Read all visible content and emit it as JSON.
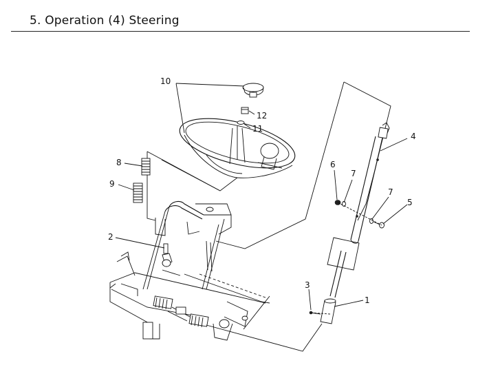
{
  "header": {
    "title": "5.  Operation (4) Steering"
  },
  "callouts": {
    "c1": "1",
    "c2": "2",
    "c3": "3",
    "c4": "4",
    "c5": "5",
    "c6": "6",
    "c7a": "7",
    "c7b": "7",
    "c8": "8",
    "c9": "9",
    "c10": "10",
    "c11": "11",
    "c12": "12"
  }
}
